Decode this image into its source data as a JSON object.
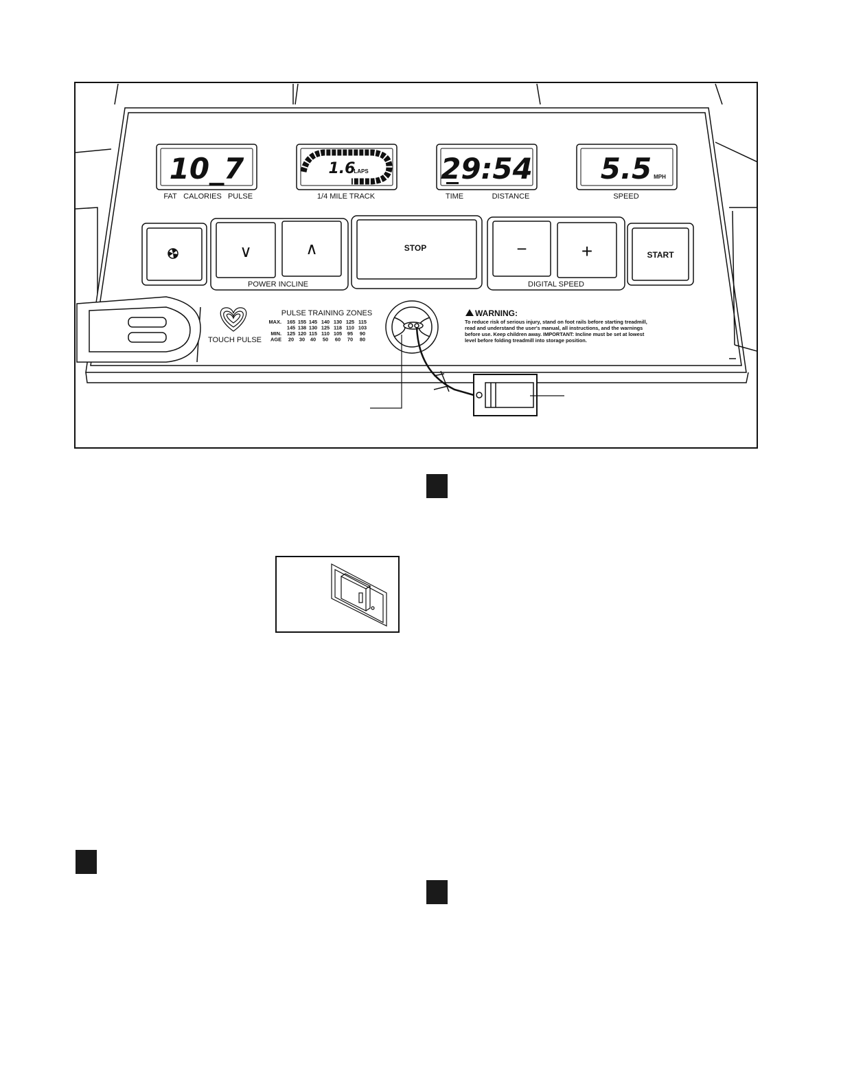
{
  "console": {
    "displays": {
      "fat_calories_pulse": {
        "value": "10_7",
        "labels": [
          "FAT",
          "CALORIES",
          "PULSE"
        ]
      },
      "track": {
        "value": "1.6",
        "unit": "LAPS",
        "label": "1/4 MILE TRACK"
      },
      "time_distance": {
        "value": "29:54",
        "labels": [
          "TIME",
          "DISTANCE"
        ]
      },
      "speed": {
        "value": "5.5",
        "unit": "MPH",
        "label": "SPEED"
      }
    },
    "buttons": {
      "fan_icon": "fan-icon",
      "incline_down": "∨",
      "incline_up": "∧",
      "stop": "STOP",
      "speed_minus": "−",
      "speed_plus": "+",
      "start": "START"
    },
    "group_labels": {
      "power_incline": "POWER INCLINE",
      "digital_speed": "DIGITAL SPEED"
    },
    "touch_pulse": "TOUCH PULSE",
    "pulse_zones": {
      "title": "PULSE TRAINING ZONES",
      "rows": [
        {
          "label": "MAX.",
          "values": [
            "165",
            "155",
            "145",
            "140",
            "130",
            "125",
            "115"
          ]
        },
        {
          "label": "",
          "values": [
            "145",
            "138",
            "130",
            "125",
            "118",
            "110",
            "103"
          ]
        },
        {
          "label": "MIN.",
          "values": [
            "125",
            "120",
            "115",
            "110",
            "105",
            "95",
            "90"
          ]
        },
        {
          "label": "AGE",
          "values": [
            "20",
            "30",
            "40",
            "50",
            "60",
            "70",
            "80"
          ]
        }
      ]
    },
    "warning": {
      "title": "WARNING:",
      "lines": [
        "To reduce risk of serious injury, stand on foot rails before starting treadmill,",
        "read and understand the user's manual, all instructions, and the warnings",
        "before use.  Keep children away.  IMPORTANT: Incline must be set at lowest",
        "level before folding treadmill into storage position."
      ]
    }
  },
  "step_markers": [
    {
      "color": "#1a1a1a"
    },
    {
      "color": "#1a1a1a"
    },
    {
      "color": "#1a1a1a"
    }
  ]
}
